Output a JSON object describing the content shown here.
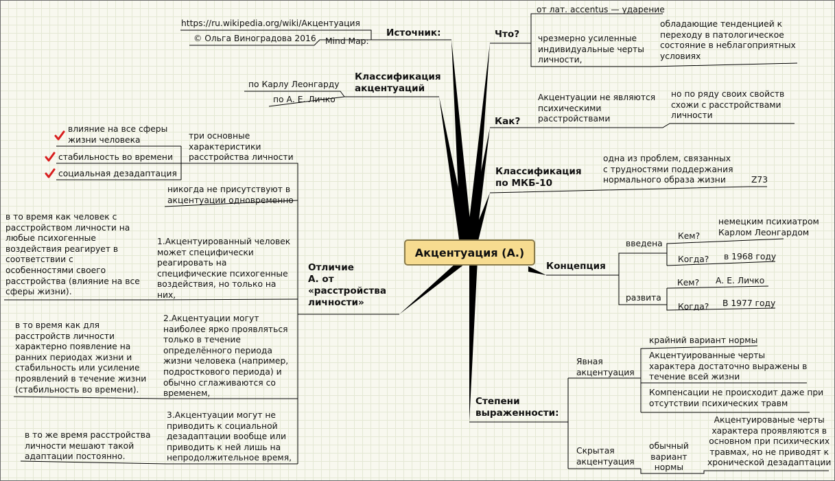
{
  "central": "Акцентуация (А.)",
  "source": {
    "title": "Источник:",
    "url": "https://ru.wikipedia.org/wiki/Акцентуация",
    "copyright": "© Ольга Виноградова 2016",
    "mindmap": "Mind Map:"
  },
  "classification": {
    "title_l1": "Классификация",
    "title_l2": "акцентуаций",
    "items": [
      "по Карлу Леонгарду",
      "по А. Е. Личко"
    ]
  },
  "traits": {
    "title_l1": "три основные",
    "title_l2": "характеристики",
    "title_l3": "расстройства личности",
    "items": {
      "i1_l1": "влияние на все сферы",
      "i1_l2": "жизни человека",
      "i2": "стабильность во времени",
      "i3": "социальная дезадаптация"
    }
  },
  "difference": {
    "title_l1": "Отличие",
    "title_l2": "А. от",
    "title_l3": "«расстройства",
    "title_l4": "личности»",
    "never_l1": "никогда не присутствуют в",
    "never_l2": "акцентуации одновременно",
    "p1": [
      "1.Акцентуированный человек",
      "может специфически",
      "реагировать на",
      "специфические психогенные",
      "воздействия, но только на",
      "них,"
    ],
    "c1": [
      "в то время как человек с",
      "расстройством личности на",
      "любые психогенные",
      "воздействия реагирует в",
      "соответствии с",
      "особенностями своего",
      "расстройства (влияние на все",
      "сферы жизни)."
    ],
    "p2": [
      "2.Акцентуации могут",
      "наиболее ярко проявляться",
      "только в течение",
      "определённого периода",
      "жизни человека (например,",
      "подросткового периода) и",
      "обычно сглаживаются со",
      "временем,"
    ],
    "c2": [
      "в то время как для",
      "расстройств личности",
      "характерно появление на",
      "ранних периодах жизни и",
      "стабильность или усиление",
      "проявлений в течение жизни",
      "(стабильность во времени)."
    ],
    "p3": [
      "3.Акцентуации могут не",
      "приводить к социальной",
      "дезадаптации вообще или",
      "приводить к ней лишь на",
      "непродолжительное время,"
    ],
    "c3": [
      "в то же время расстройства",
      "личности мешают такой",
      "адаптации постоянно."
    ]
  },
  "what": {
    "title": "Что?",
    "origin": "от лат. accentus — ударение",
    "desc": [
      "чрезмерно усиленные",
      "индивидуальные черты",
      "личности,"
    ],
    "tendency": [
      "обладающие тенденцией к",
      "переходу в патологическое",
      "состояние в неблагоприятных",
      "условиях"
    ]
  },
  "how": {
    "title": "Как?",
    "desc": [
      "Акцентуации не являются",
      "психическими",
      "расстройствами"
    ],
    "but": [
      "но по ряду своих свойств",
      "схожи с расстройствами",
      "личности"
    ]
  },
  "icd": {
    "title_l1": "Классификация",
    "title_l2": "по МКБ-10",
    "desc": [
      "одна из проблем, связанных",
      "с трудностями поддержания",
      "нормального образа жизни"
    ],
    "code": "Z73"
  },
  "concept": {
    "title": "Концепция",
    "introduced": "введена",
    "developed": "развита",
    "who": "Кем?",
    "when": "Когда?",
    "intro_who_l1": "немецким психиатром",
    "intro_who_l2": "Карлом Леонгардом",
    "intro_when": "в 1968 году",
    "dev_who": "А. Е. Личко",
    "dev_when": "В 1977 году"
  },
  "degrees": {
    "title_l1": "Степени",
    "title_l2": "выраженности:",
    "explicit_l1": "Явная",
    "explicit_l2": "акцентуация",
    "e1": "крайний вариант нормы",
    "e2": [
      "Акцентуированные черты",
      "характера достаточно выражены в",
      "течение всей жизни"
    ],
    "e3": [
      "Компенсации не происходит даже при",
      "отсутствии психических травм"
    ],
    "hidden_l1": "Скрытая",
    "hidden_l2": "акцентуация",
    "h1": [
      "обычный",
      "вариант",
      "нормы"
    ],
    "h2": [
      "Акцентуированые черты",
      "характера проявляются в",
      "основном при психических",
      "травмах, но не приводят к",
      "хронической дезадаптации"
    ]
  },
  "colors": {
    "line": "#000000",
    "central_fill": "#f7dc90",
    "central_border": "#8a7b4b",
    "check": "#d81e1e"
  }
}
